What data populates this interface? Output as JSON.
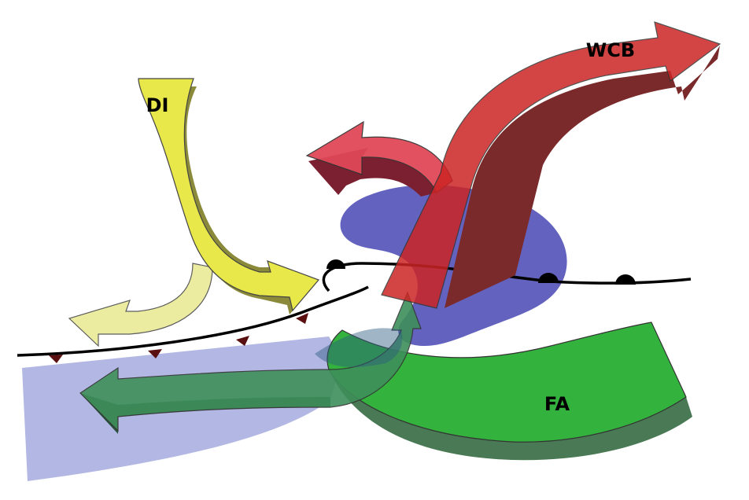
{
  "labels": {
    "di": "DI",
    "wcb": "WCB",
    "fa": "FA"
  },
  "colors": {
    "background": "#ffffff",
    "di_yellow": "#e8e84a",
    "di_pale": "#eeeeaa",
    "wcb_red": "#d42a2a",
    "wcb_pink": "#e04858",
    "fa_green": "#33b33d",
    "fa_dark_green": "#3e8a55",
    "low_blue": "#5a5ac0",
    "pale_blue": "#aab0e0",
    "front": "#000000",
    "cold_front_triangle": "#5a1010"
  }
}
